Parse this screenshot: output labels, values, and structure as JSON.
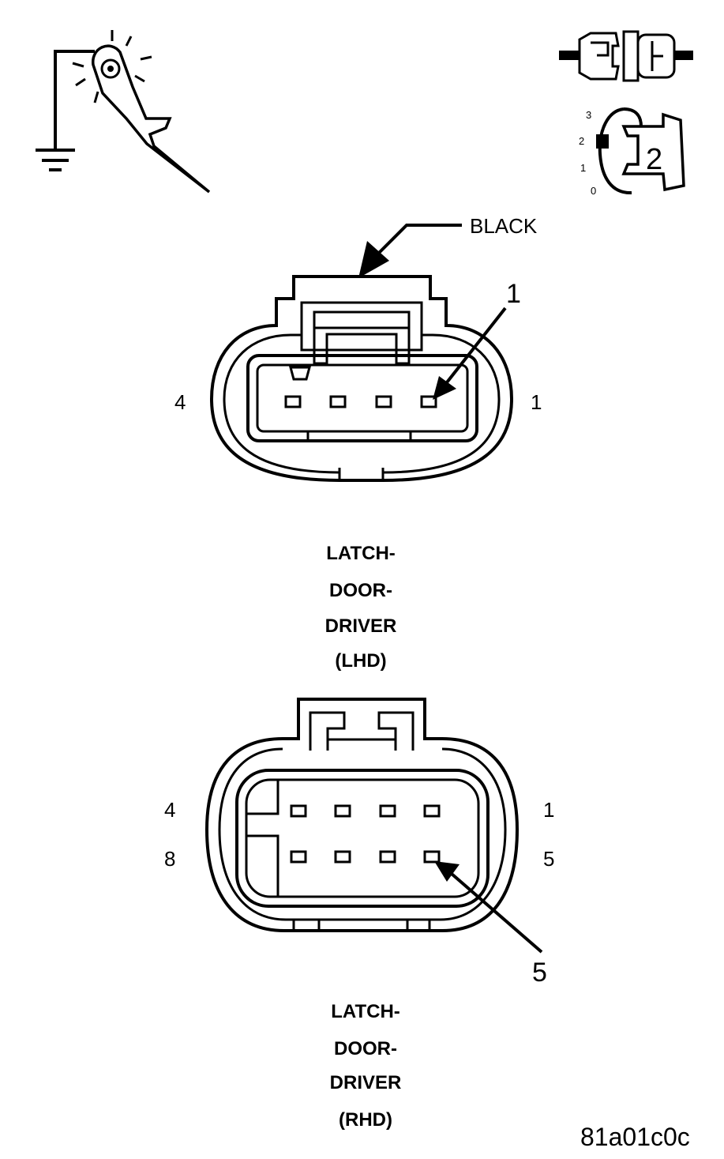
{
  "icons": {
    "probe_tool": "test-light-probe-icon",
    "ground": "ground-icon",
    "connector_disconnect": "connector-disconnect-icon",
    "ignition": "ignition-key-icon"
  },
  "ignition_switch": {
    "positions": [
      "3",
      "2",
      "1",
      "0"
    ],
    "key_label": "2"
  },
  "connector_top": {
    "color_callout": "BLACK",
    "pin_callout": "1",
    "left_pin_label": "4",
    "right_pin_label": "1",
    "title_lines": [
      "LATCH-",
      "DOOR-",
      "DRIVER",
      "(LHD)"
    ]
  },
  "connector_bottom": {
    "pin_callout": "5",
    "row1_left_label": "4",
    "row1_right_label": "1",
    "row2_left_label": "8",
    "row2_right_label": "5",
    "title_lines": [
      "LATCH-",
      "DOOR-",
      "DRIVER",
      "(RHD)"
    ]
  },
  "figure_id": "81a01c0c"
}
